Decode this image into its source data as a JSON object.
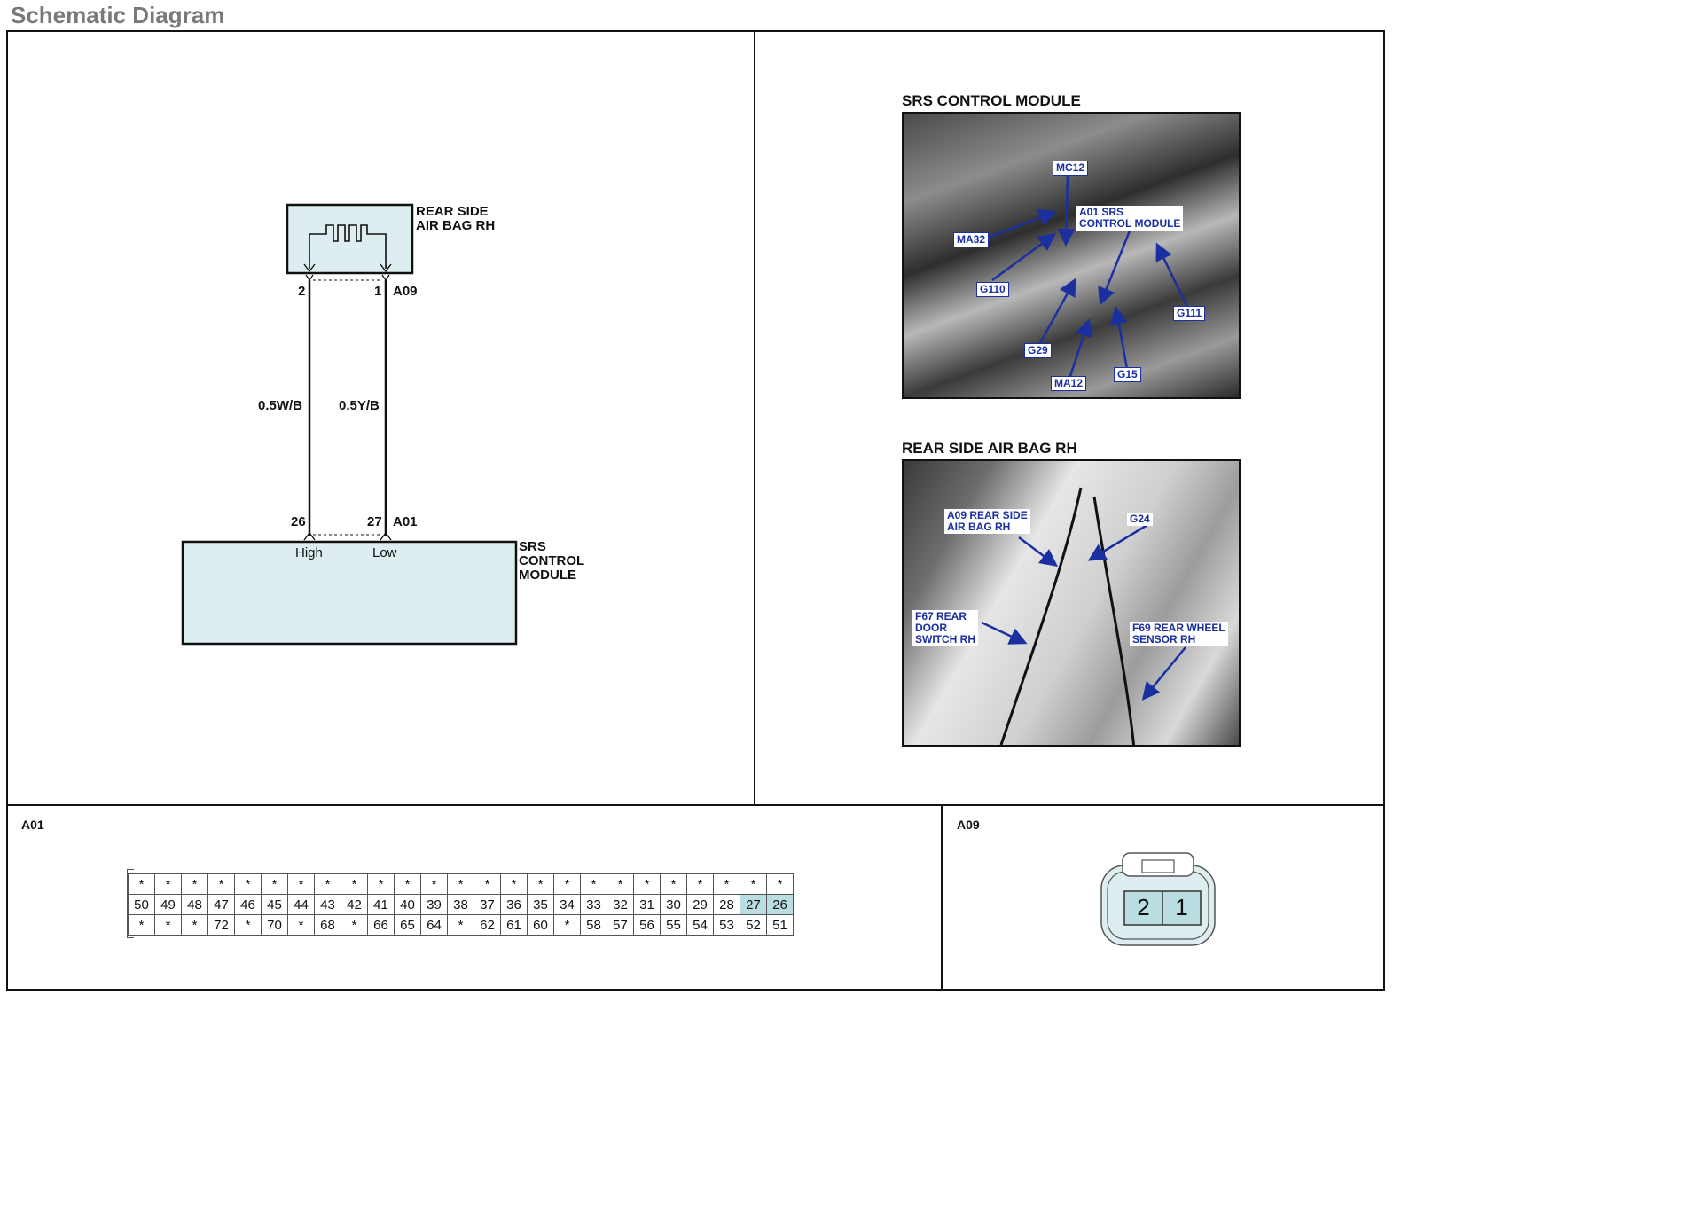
{
  "page_title": "Schematic Diagram",
  "schematic": {
    "airbag": {
      "label_line1": "REAR SIDE",
      "label_line2": "AIR BAG RH",
      "connector": "A09",
      "pin_left": "2",
      "pin_right": "1"
    },
    "wires": {
      "left": "0.5W/B",
      "right": "0.5Y/B"
    },
    "module": {
      "label_line1": "SRS",
      "label_line2": "CONTROL",
      "label_line3": "MODULE",
      "connector": "A01",
      "pin_left": "26",
      "pin_right": "27",
      "signal_left": "High",
      "signal_right": "Low"
    }
  },
  "photos": {
    "srs": {
      "title": "SRS CONTROL MODULE",
      "callouts": {
        "mc12": "MC12",
        "a01": "A01 SRS\nCONTROL MODULE",
        "ma32": "MA32",
        "g110": "G110",
        "g111": "G111",
        "g29": "G29",
        "g15": "G15",
        "ma12": "MA12"
      }
    },
    "airbag": {
      "title": "REAR SIDE AIR BAG RH",
      "callouts": {
        "a09": "A09 REAR SIDE\nAIR BAG RH",
        "g24": "G24",
        "f67": "F67 REAR\nDOOR\nSWITCH RH",
        "f69": "F69 REAR WHEEL\nSENSOR RH"
      }
    }
  },
  "connector_a01": {
    "label": "A01",
    "row1": [
      "*",
      "*",
      "*",
      "*",
      "*",
      "*",
      "*",
      "*",
      "*",
      "*",
      "*",
      "*",
      "*",
      "*",
      "*",
      "*",
      "*",
      "*",
      "*",
      "*",
      "*",
      "*",
      "*",
      "*",
      "*"
    ],
    "row2": [
      "50",
      "49",
      "48",
      "47",
      "46",
      "45",
      "44",
      "43",
      "42",
      "41",
      "40",
      "39",
      "38",
      "37",
      "36",
      "35",
      "34",
      "33",
      "32",
      "31",
      "30",
      "29",
      "28",
      "27",
      "26"
    ],
    "row3": [
      "*",
      "*",
      "*",
      "72",
      "*",
      "70",
      "*",
      "68",
      "*",
      "66",
      "65",
      "64",
      "*",
      "62",
      "61",
      "60",
      "*",
      "58",
      "57",
      "56",
      "55",
      "54",
      "53",
      "52",
      "51"
    ],
    "highlighted": [
      "27",
      "26"
    ]
  },
  "connector_a09": {
    "label": "A09",
    "pins": [
      "2",
      "1"
    ]
  },
  "colors": {
    "fill": "#deeef0",
    "highlight": "#b9dde0",
    "callout_text": "#1a2fa0",
    "title_gray": "#7a7a7a"
  }
}
